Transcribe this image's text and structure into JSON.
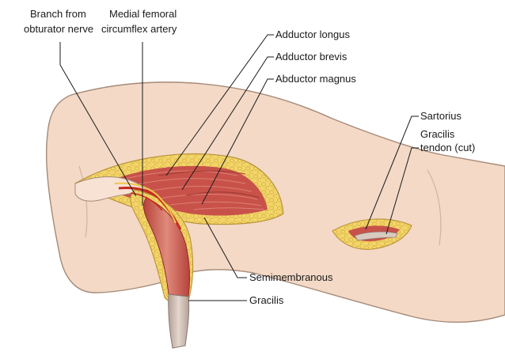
{
  "diagram": {
    "labels": {
      "branch_obturator_l1": "Branch from",
      "branch_obturator_l2": "obturator nerve",
      "medial_femoral_l1": "Medial femoral",
      "medial_femoral_l2": "circumflex artery",
      "adductor_longus": "Adductor longus",
      "adductor_brevis": "Adductor brevis",
      "abductor_magnus": "Abductor magnus",
      "sartorius": "Sartorius",
      "gracilis_tendon_l1": "Gracilis",
      "gracilis_tendon_l2": "tendon (cut)",
      "semimembranous": "Semimembranous",
      "gracilis": "Gracilis"
    },
    "colors": {
      "skin": "#f3d9c6",
      "skin_outline": "#a58a78",
      "fat": "#f2d66b",
      "fat_lobule": "#d8ad3c",
      "muscle": "#c8524a",
      "muscle_light": "#e0857a",
      "artery": "#c92a1e",
      "nerve": "#f0c64a",
      "tendon": "#cbb8ad"
    }
  }
}
